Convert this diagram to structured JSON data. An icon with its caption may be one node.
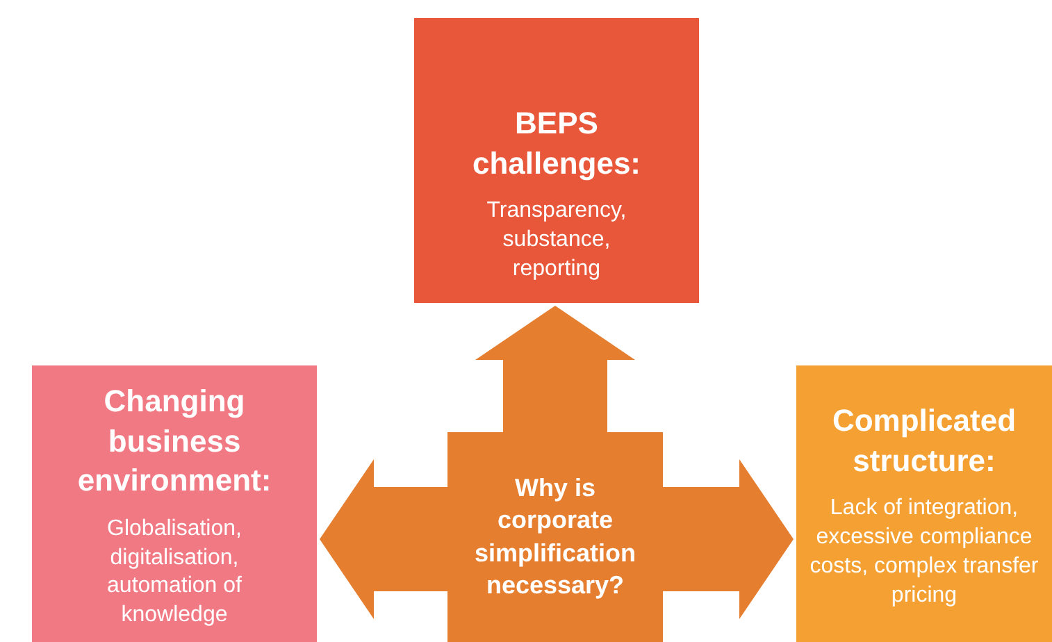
{
  "diagram": {
    "nodes": [
      {
        "text": [
          "BEPS challenges:",
          "Transparency, substance, reporting"
        ]
      },
      {
        "text": [
          "Changing business environment:",
          "Globalisation, digitalisation, automation of knowledge"
        ]
      },
      {
        "text": [
          "Why is corporate simplification necessary?"
        ]
      },
      {
        "text": [
          "Complicated structure:",
          "Lack of integration, excessive compliance costs, complex transfer pricing"
        ]
      }
    ],
    "edges": [
      {
        "from": 2,
        "to": 0,
        "arrow": "to"
      },
      {
        "from": 2,
        "to": 1,
        "arrow": "to"
      },
      {
        "from": 2,
        "to": 3,
        "arrow": "to"
      }
    ]
  }
}
